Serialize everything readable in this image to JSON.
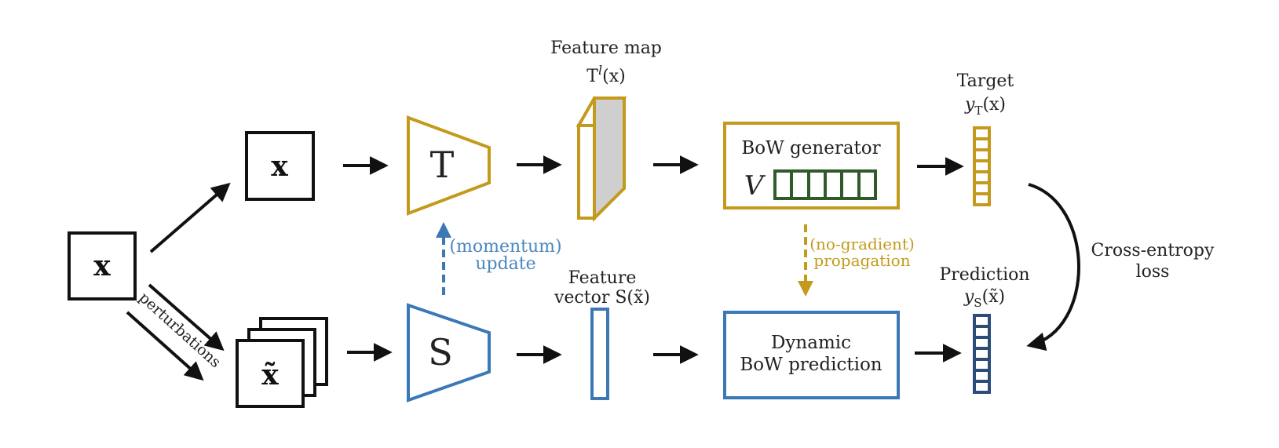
{
  "colors": {
    "teacher": "#c49a1c",
    "student": "#3b78b5",
    "target_cells": "#c49a1c",
    "prediction_cells": "#2b4d78",
    "vocab": "#2f5a2a",
    "momentum_text": "#4a86c0",
    "nograd_text": "#c49a1c",
    "feature_map_face": "#cfcfcf",
    "arrow": "#111111"
  },
  "labels": {
    "input_x": "x",
    "upper_x": "x",
    "lower_xtilde": "x̃",
    "perturbations": "perturbations",
    "teacher": "T",
    "student": "S",
    "feature_map_title": "Feature map",
    "feature_map_symbol": "T",
    "feature_map_sup": "l",
    "feature_map_arg": "(x)",
    "feature_vector_line1": "Feature",
    "feature_vector_line2": "vector S(x̃)",
    "momentum_line1": "(momentum)",
    "momentum_line2": "update",
    "bow_generator": "BoW generator",
    "vocab_symbol": "V",
    "nograd_line1": "(no-gradient)",
    "nograd_line2": "propagation",
    "dynamic_line1": "Dynamic",
    "dynamic_line2": "BoW prediction",
    "target_title": "Target",
    "target_symbol": "y",
    "target_sub": "T",
    "target_arg": "(x)",
    "prediction_title": "Prediction",
    "prediction_symbol": "y",
    "prediction_sub": "S",
    "prediction_arg": "(x̃)",
    "loss_line1": "Cross-entropy",
    "loss_line2": "loss"
  }
}
